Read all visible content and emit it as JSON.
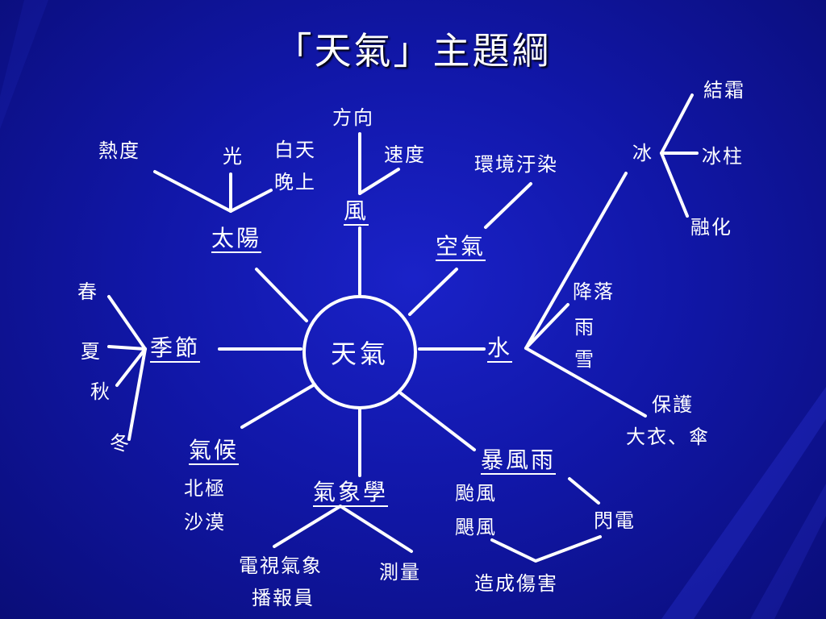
{
  "title": "「天氣」主題綱",
  "center": "天氣",
  "topics": {
    "sun": "太陽",
    "wind": "風",
    "air": "空氣",
    "season": "季節",
    "water": "水",
    "climate": "氣候",
    "meteorology": "氣象學",
    "storm": "暴風雨"
  },
  "sun_items": {
    "heat": "熱度",
    "light": "光",
    "day": "白天",
    "night": "晚上"
  },
  "wind_items": {
    "direction": "方向",
    "speed": "速度"
  },
  "air_items": {
    "pollution": "環境汙染"
  },
  "season_items": {
    "spring": "春",
    "summer": "夏",
    "autumn": "秋",
    "winter": "冬"
  },
  "water_items": {
    "ice": "冰",
    "frost": "結霜",
    "icicle": "冰柱",
    "melt": "融化",
    "fall": "降落",
    "rain": "雨",
    "snow": "雪",
    "protect": "保護",
    "clothes": "大衣、傘"
  },
  "climate_items": {
    "arctic": "北極",
    "desert": "沙漠"
  },
  "meteorology_items": {
    "forecaster_1": "電視氣象",
    "forecaster_2": "播報員",
    "measure": "測量"
  },
  "storm_items": {
    "typhoon": "颱風",
    "hurricane": "颶風",
    "lightning": "閃電",
    "damage": "造成傷害"
  },
  "colors": {
    "background": "#1117a8",
    "foreground": "#ffffff"
  }
}
